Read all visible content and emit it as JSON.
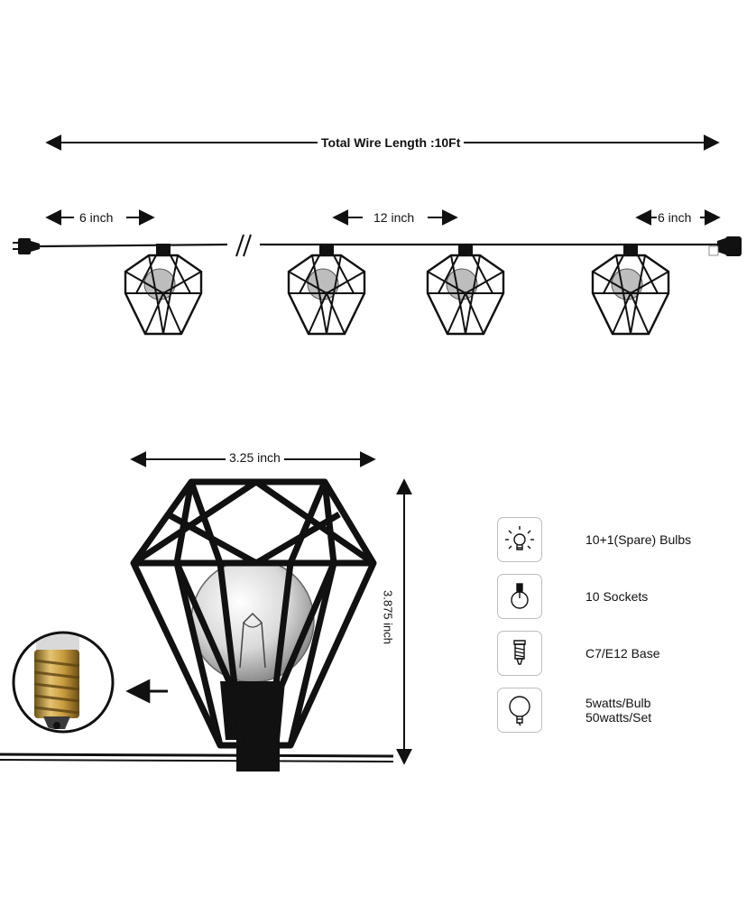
{
  "total_length_label": "Total Wire Length :10Ft",
  "spacing": {
    "start_label": "6 inch",
    "middle_label": "12 inch",
    "end_label": "6 inch"
  },
  "dimensions": {
    "width_label": "3.25 inch",
    "height_label": "3.875 inch"
  },
  "features": [
    {
      "icon": "light-bulb-icon",
      "text": "10+1(Spare) Bulbs"
    },
    {
      "icon": "socket-icon",
      "text": "10 Sockets"
    },
    {
      "icon": "bulb-base-icon",
      "text": "C7/E12 Base"
    },
    {
      "icon": "globe-bulb-icon",
      "text": "5watts/Bulb\n50watts/Set"
    }
  ],
  "colors": {
    "cage": "#111111",
    "base_brass": "#b8913c",
    "bulb_glass": "#cfcfcf"
  }
}
